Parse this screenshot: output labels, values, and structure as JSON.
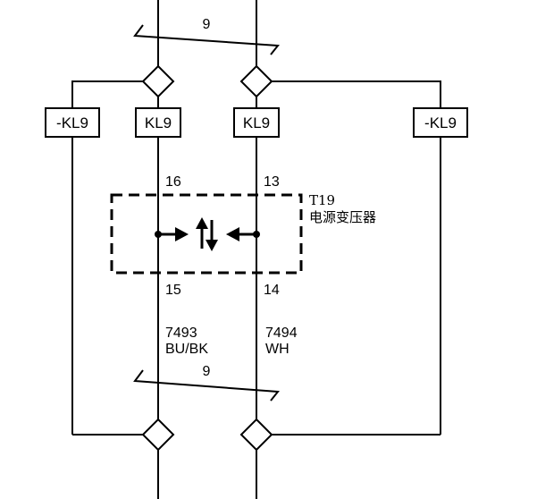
{
  "colors": {
    "line": "#000000",
    "background": "#ffffff"
  },
  "top_cable": {
    "label": "9"
  },
  "bottom_cable": {
    "label": "9"
  },
  "connector_labels": {
    "far_left": "-KL9",
    "left": "KL9",
    "right": "KL9",
    "far_right": "-KL9"
  },
  "pins": {
    "top_left": "16",
    "top_right": "13",
    "bottom_left": "15",
    "bottom_right": "14"
  },
  "component": {
    "id": "T19",
    "name": "电源变压器",
    "icon": "bidirectional-arrows-icon"
  },
  "wires": {
    "left": {
      "number": "7493",
      "color": "BU/BK"
    },
    "right": {
      "number": "7494",
      "color": "WH"
    }
  }
}
